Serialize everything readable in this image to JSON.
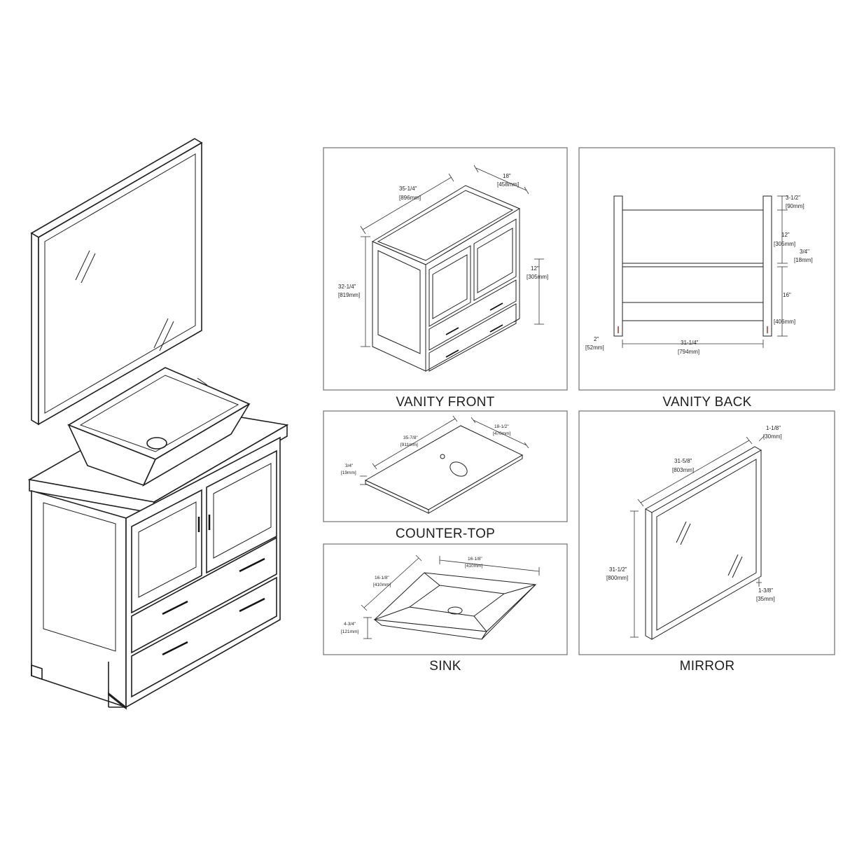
{
  "panels": {
    "vanity_front": {
      "title": "VANITY FRONT",
      "width_in": "35-1/4\"",
      "width_mm": "[896mm]",
      "depth_in": "18\"",
      "depth_mm": "[458mm]",
      "height_in": "32-1/4\"",
      "height_mm": "[819mm]",
      "door_in": "12\"",
      "door_mm": "[305mm]"
    },
    "vanity_back": {
      "title": "VANITY BACK",
      "top_in": "3-1/2\"",
      "top_mm": "[90mm]",
      "opening_in": "12\"",
      "opening_mm": "[305mm]",
      "shelf_in": "3/4\"",
      "shelf_mm": "[18mm]",
      "lower_in": "16\"",
      "lower_mm": "[406mm]",
      "leg_in": "2\"",
      "leg_mm": "[52mm]",
      "width_in": "31-1/4\"",
      "width_mm": "[794mm]"
    },
    "counter_top": {
      "title": "COUNTER-TOP",
      "width_in": "35-7/8\"",
      "width_mm": "[911mm]",
      "depth_in": "18-1/2\"",
      "depth_mm": "[470mm]",
      "thick_in": "3/4\"",
      "thick_mm": "[19mm]"
    },
    "sink": {
      "title": "SINK",
      "width_in": "16-1/8\"",
      "width_mm": "[410mm]",
      "depth_in": "16-1/8\"",
      "depth_mm": "[410mm]",
      "height_in": "4-3/4\"",
      "height_mm": "[121mm]"
    },
    "mirror": {
      "title": "MIRROR",
      "thick_in": "1-1/8\"",
      "thick_mm": "[30mm]",
      "width_in": "31-5/8\"",
      "width_mm": "[803mm]",
      "height_in": "31-1/2\"",
      "height_mm": "[800mm]",
      "frame_in": "1-3/8\"",
      "frame_mm": "[35mm]"
    }
  }
}
